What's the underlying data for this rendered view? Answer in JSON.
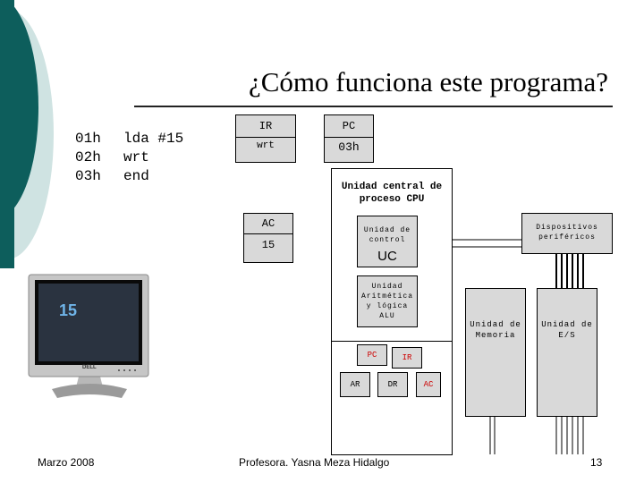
{
  "slide": {
    "title": "¿Cómo funciona este programa?",
    "footer_left": "Marzo 2008",
    "footer_center": "Profesora. Yasna Meza Hidalgo",
    "page_number": "13"
  },
  "program": {
    "addresses": [
      "01h",
      "02h",
      "03h"
    ],
    "instructions": [
      "lda #15",
      "wrt",
      "end"
    ]
  },
  "registers": {
    "ir_label": "IR",
    "ir_value": "wrt",
    "pc_label": "PC",
    "pc_value": "03h",
    "ac_label": "AC",
    "ac_value": "15"
  },
  "cpu": {
    "title": "Unidad central de proceso CPU",
    "uc_label": "Unidad de control",
    "uc_abbr": "UC",
    "alu_label": "Unidad Aritmética y lógica ALU",
    "inner_pc": "PC",
    "inner_ir": "IR",
    "inner_ar": "AR",
    "inner_dr": "DR",
    "inner_ac": "AC"
  },
  "peripherals": {
    "devices_label": "Dispositivos periféricos",
    "memory_label": "Unidad de Memoria",
    "io_label": "Unidad de E/S"
  },
  "monitor": {
    "display_value": "15",
    "brand": "DELL"
  },
  "colors": {
    "teal_dark": "#0d5e5c",
    "teal_mid": "#2f8785",
    "accent_red": "#cc0000",
    "box_grey": "#d9d9d9"
  }
}
